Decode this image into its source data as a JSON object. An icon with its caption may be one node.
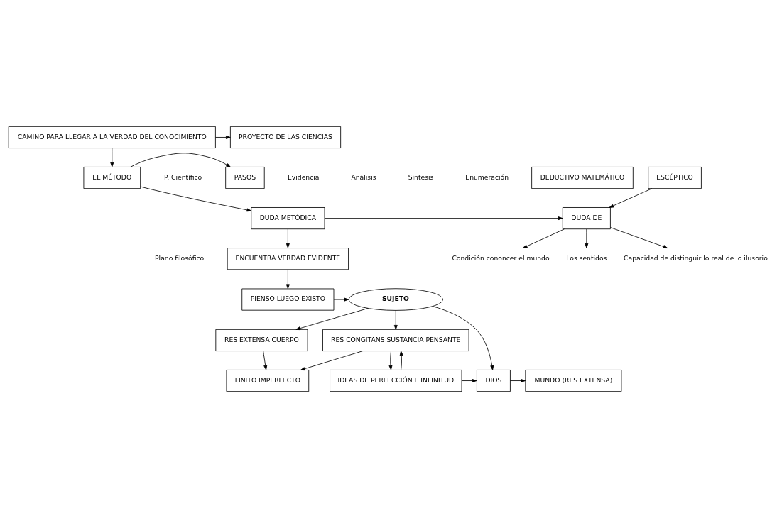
{
  "diagram": {
    "nodes": [
      {
        "text": [
          "CAMINO PARA LLEGAR A LA VERDAD DEL CONOCIMIENTO"
        ]
      },
      {
        "text": [
          "PROYECTO DE LAS CIENCIAS"
        ]
      },
      {
        "text": [
          "EL MÉTODO"
        ]
      },
      {
        "text": [
          "PASOS"
        ]
      },
      {
        "text": [
          "DEDUCTIVO MATEMÁTICO"
        ]
      },
      {
        "text": [
          "DUDA METÓDICA"
        ]
      },
      {
        "text": [
          "DUDA DE"
        ]
      },
      {
        "text": [
          "Los sentidos"
        ]
      },
      {
        "text": [
          "Capacidad de distinguir lo real de lo ilusorio"
        ]
      },
      {
        "text": [
          "Condición cononcer el mundo"
        ]
      },
      {
        "text": [
          "ESCÉPTICO"
        ]
      },
      {
        "text": [
          "ENCUENTRA VERDAD EVIDENTE"
        ]
      },
      {
        "text": [
          "PIENSO LUEGO EXISTO"
        ]
      },
      {
        "text": [
          "SUJETO"
        ]
      },
      {
        "text": [
          "RES EXTENSA CUERPO"
        ]
      },
      {
        "text": [
          "RES CONGITANS SUSTANCIA PENSANTE"
        ]
      },
      {
        "text": [
          "FINITO IMPERFECTO"
        ]
      },
      {
        "text": [
          "MUNDO (RES EXTENSA)"
        ]
      },
      {
        "text": [
          "DIOS"
        ]
      },
      {
        "text": [
          "IDEAS DE PERFECCIÓN E INFINITUD"
        ]
      }
    ],
    "edges": [
      {
        "from": 0,
        "to": 1,
        "arrow": "to"
      },
      {
        "from": 0,
        "to": 2,
        "arrow": "to"
      },
      {
        "from": 2,
        "to": 3,
        "arrow": "to"
      },
      {
        "from": 2,
        "to": 5,
        "arrow": "to"
      },
      {
        "from": 5,
        "to": 6,
        "arrow": "to"
      },
      {
        "from": 6,
        "to": 7,
        "arrow": "to"
      },
      {
        "from": 6,
        "to": 8,
        "arrow": "to"
      },
      {
        "from": 6,
        "to": 9,
        "arrow": "to"
      },
      {
        "from": 10,
        "to": 6,
        "arrow": "to"
      },
      {
        "from": 5,
        "to": 11,
        "arrow": "to"
      },
      {
        "from": 11,
        "to": 12,
        "arrow": "to"
      },
      {
        "from": 12,
        "to": 13,
        "arrow": "to"
      },
      {
        "from": 13,
        "to": 14,
        "arrow": "to"
      },
      {
        "from": 13,
        "to": 15,
        "arrow": "to"
      },
      {
        "from": 14,
        "to": 16,
        "arrow": "to"
      },
      {
        "from": 15,
        "to": 16,
        "arrow": "to"
      },
      {
        "from": 13,
        "to": 18,
        "arrow": "to"
      },
      {
        "from": 15,
        "to": 19,
        "arrow": "to"
      },
      {
        "from": 19,
        "to": 15,
        "arrow": "to"
      },
      {
        "from": 19,
        "to": 18,
        "arrow": "to"
      },
      {
        "from": 18,
        "to": 17,
        "arrow": "to"
      }
    ],
    "labels": [
      "P. Científico",
      "Evidencia",
      "Análisis",
      "Síntesis",
      "Enumeración",
      "Plano filosófico"
    ]
  }
}
